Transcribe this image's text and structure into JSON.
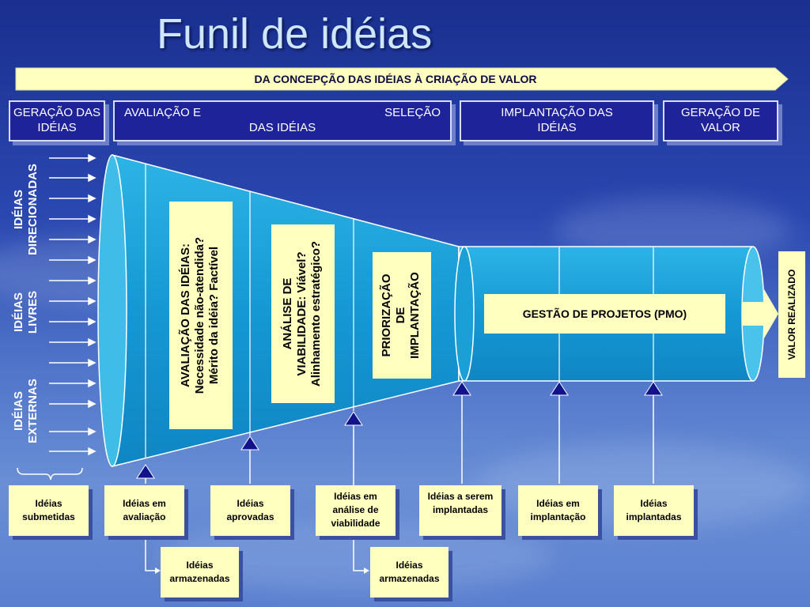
{
  "title": "Funil de idéias",
  "banner": "DA CONCEPÇÃO DAS IDÉIAS À CRIAÇÃO DE VALOR",
  "stages": {
    "geracao_ideias": "GERAÇÃO DAS IDÉIAS",
    "avaliacao_left": "AVALIAÇÃO E",
    "avaliacao_right": "SELEÇÃO",
    "avaliacao_bottom": "DAS IDÉIAS",
    "implantacao": "IMPLANTAÇÃO DAS IDÉIAS",
    "geracao_valor": "GERAÇÃO DE VALOR"
  },
  "side_labels": {
    "direcionadas": "IDÉIAS\nDIRECIONADAS",
    "livres": "IDÉIAS\nLIVRES",
    "externas": "IDÉIAS\nEXTERNAS"
  },
  "funnel_boxes": {
    "avaliacao": "AVALIAÇÃO DAS IDÉIAS:\nNecessidade não-atendida?\nMérito da idéia? Factível",
    "viabilidade": "ANÁLISE DE\nVIABILIDADE: Viável?\nAlinhamento estratégico?",
    "priorizacao": "PRIORIZAÇÃO\nDE\nIMPLANTAÇÃO",
    "pmo": "GESTÃO DE PROJETOS (PMO)",
    "valor": "VALOR REALIZADO"
  },
  "status_boxes": {
    "submetidas": "Idéias submetidas",
    "em_avaliacao": "Idéias em avaliação",
    "aprovadas": "Idéias aprovadas",
    "analise_viabilidade": "Idéias em análise de viabilidade",
    "a_serem_implantadas": "Idéias a serem implantadas",
    "em_implantacao": "Idéias em implantação",
    "implantadas": "Idéias implantadas",
    "armazenadas_1": "Idéias armazenadas",
    "armazenadas_2": "Idéias armazenadas"
  },
  "colors": {
    "funnel_fill": "#1a9fd6",
    "funnel_light": "#49c3ec",
    "box_fill": "#ffffc0",
    "stage_fill": "#1f239a",
    "triangle": "#12128a"
  }
}
